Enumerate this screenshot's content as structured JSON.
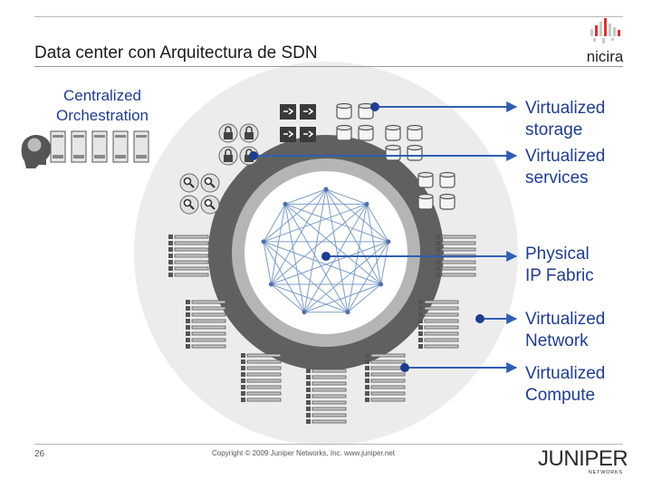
{
  "slide": {
    "title": "Data center con Arquitectura de SDN",
    "page_number": "26",
    "copyright": "Copyright © 2009 Juniper Networks, Inc.     www.juniper.net"
  },
  "labels": {
    "orchestration_line1": "Centralized",
    "orchestration_line2": "Orchestration",
    "storage_line1": "Virtualized",
    "storage_line2": "storage",
    "services_line1": "Virtualized",
    "services_line2": "services",
    "fabric_line1": "Physical",
    "fabric_line2": "IP Fabric",
    "network_line1": "Virtualized",
    "network_line2": "Network",
    "compute_line1": "Virtualized",
    "compute_line2": "Compute"
  },
  "logos": {
    "top_right": "nicira",
    "bottom_right": "JUNIPER",
    "bottom_right_sub": "NETWORKS"
  },
  "colors": {
    "label_blue": "#1f3d8f",
    "arrow_blue": "#2f5fb3",
    "ring_dark": "#606060",
    "ring_mid": "#b5b5b5",
    "outer_disc": "#ececec",
    "fabric_lines": "#7d9dc8",
    "nicira_red": "#d9342b"
  },
  "icons": {
    "orchestrator": "brain-head-icon",
    "servers": "server-rack-icon",
    "storage": "storage-cylinder-icon",
    "firewall": "firewall-icon",
    "lock": "lock-icon",
    "load_balancer": "magnifier-icon",
    "switch_stack": "switch-stack-icon"
  }
}
